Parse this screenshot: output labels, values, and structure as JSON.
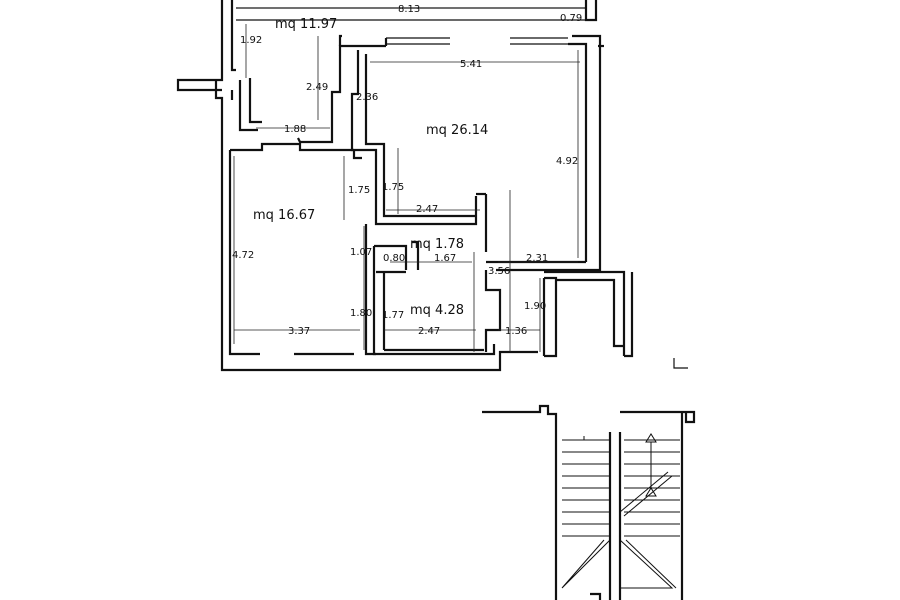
{
  "rooms": {
    "terrace": "mq  11.97",
    "living": "mq  26.14",
    "bedroom": "mq  16.67",
    "corridor": "mq  1.78",
    "bathroom": "mq  4.28"
  },
  "dimensions": {
    "top_width": "8.13",
    "top_right": "0.79",
    "terrace_height": "1.92",
    "terrace_side": "2.49",
    "terrace_width": "1.88",
    "living_width": "5.41",
    "living_left": "2.36",
    "living_height": "4.92",
    "hall_a": "1.75",
    "hall_b": "1.75",
    "hall_width": "2.47",
    "bedroom_height": "4.72",
    "bedroom_upper": "1.07",
    "bedroom_width": "3.37",
    "bedroom_lower": "1.80",
    "corridor_small": "0.80",
    "corridor_width": "1.67",
    "entry_width": "2.31",
    "entry_side": "3.56",
    "bath_height": "1.77",
    "bath_width": "2.47",
    "side_height": "1.90",
    "side_width": "1.36"
  }
}
